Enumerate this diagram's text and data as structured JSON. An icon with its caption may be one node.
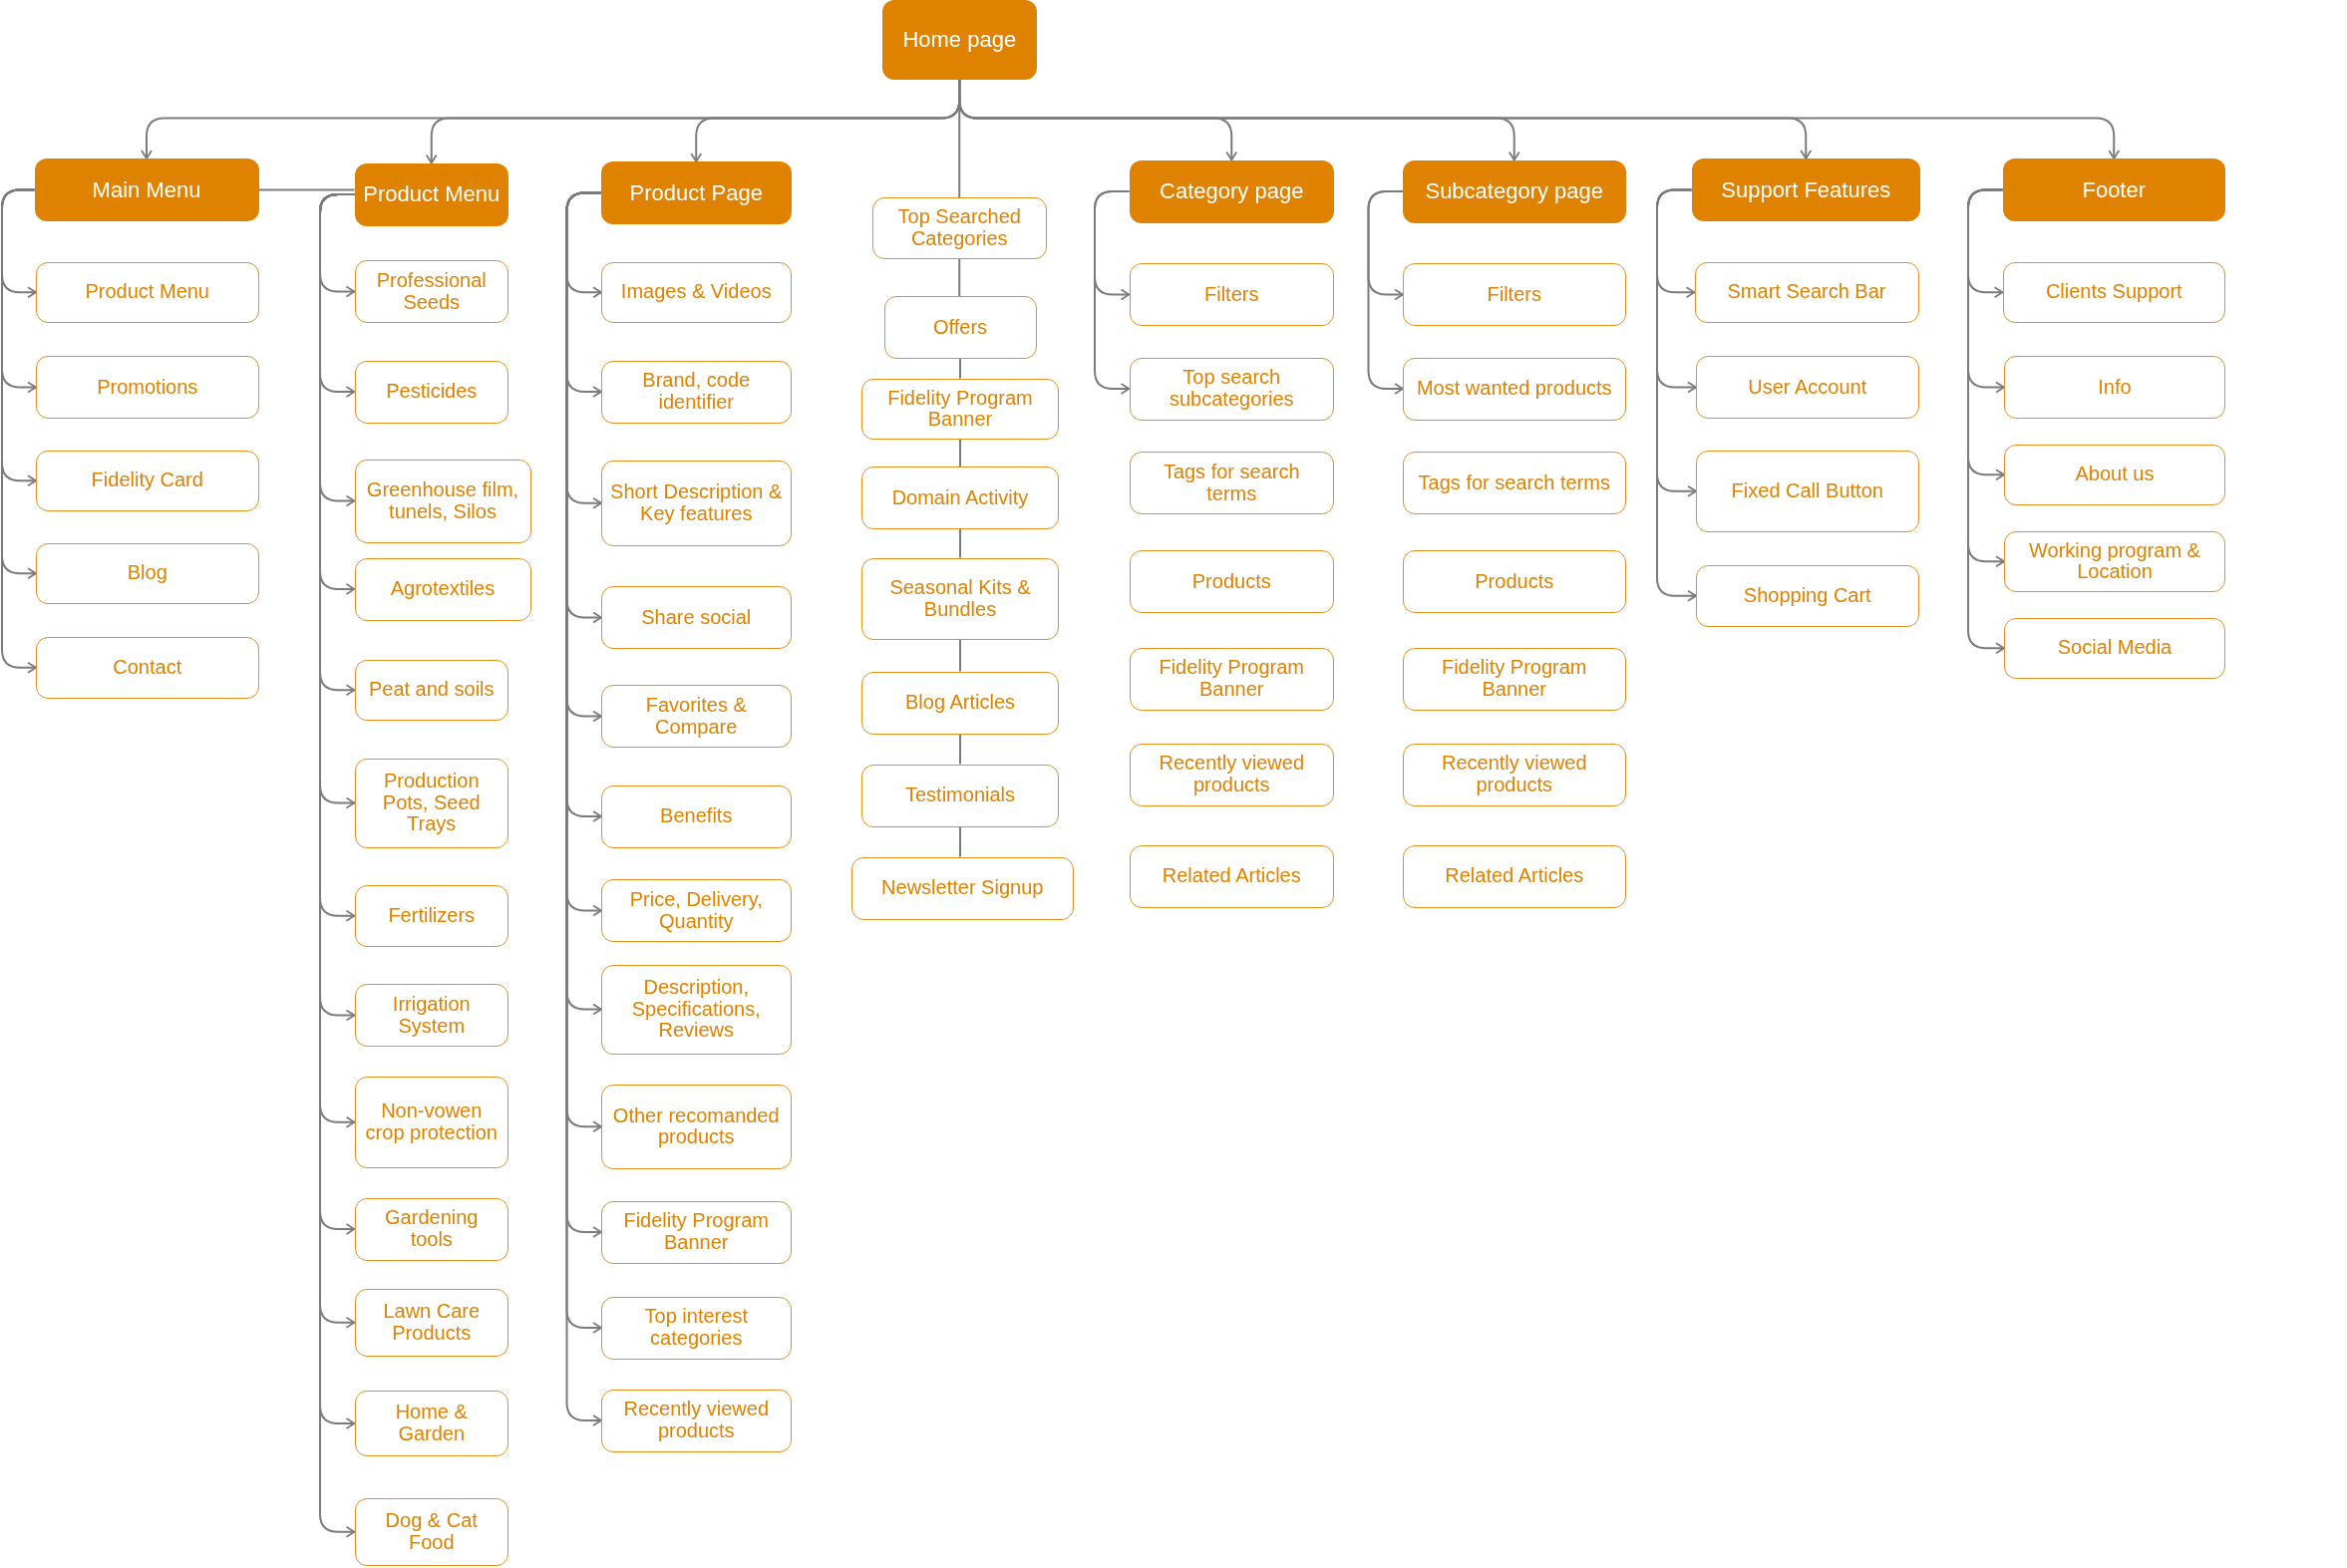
{
  "diagram": {
    "nodes": [
      {
        "text": [
          "Home page"
        ]
      },
      {
        "text": [
          "Main Menu"
        ]
      },
      {
        "text": [
          "Product Menu"
        ]
      },
      {
        "text": [
          "Promotions"
        ]
      },
      {
        "text": [
          "Fidelity Card"
        ]
      },
      {
        "text": [
          "Blog"
        ]
      },
      {
        "text": [
          "Contact"
        ]
      },
      {
        "text": [
          "Product Menu"
        ]
      },
      {
        "text": [
          "Professional Seeds"
        ]
      },
      {
        "text": [
          "Pesticides"
        ]
      },
      {
        "text": [
          "Greenhouse film, tunels, Silos"
        ]
      },
      {
        "text": [
          "Agrotextiles"
        ]
      },
      {
        "text": [
          "Peat and soils"
        ]
      },
      {
        "text": [
          "Production Pots, Seed Trays"
        ]
      },
      {
        "text": [
          "Fertilizers"
        ]
      },
      {
        "text": [
          "Irrigation System"
        ]
      },
      {
        "text": [
          "Non-vowen crop protection"
        ]
      },
      {
        "text": [
          "Gardening tools"
        ]
      },
      {
        "text": [
          "Lawn Care Products"
        ]
      },
      {
        "text": [
          "Home & Garden"
        ]
      },
      {
        "text": [
          "Dog & Cat Food"
        ]
      },
      {
        "text": [
          "Product Page"
        ]
      },
      {
        "text": [
          "Images & Videos"
        ]
      },
      {
        "text": [
          "Brand, code identifier"
        ]
      },
      {
        "text": [
          "Short Description & Key features"
        ]
      },
      {
        "text": [
          "Share social"
        ]
      },
      {
        "text": [
          "Favorites & Compare"
        ]
      },
      {
        "text": [
          "Benefits"
        ]
      },
      {
        "text": [
          "Price, Delivery, Quantity"
        ]
      },
      {
        "text": [
          "Description, Specifications, Reviews"
        ]
      },
      {
        "text": [
          "Other recomanded products"
        ]
      },
      {
        "text": [
          "Fidelity Program Banner"
        ]
      },
      {
        "text": [
          "Top interest categories"
        ]
      },
      {
        "text": [
          "Recently viewed products"
        ]
      },
      {
        "text": [
          "Top Searched Categories"
        ]
      },
      {
        "text": [
          "Offers"
        ]
      },
      {
        "text": [
          "Fidelity Program Banner"
        ]
      },
      {
        "text": [
          "Domain Activity"
        ]
      },
      {
        "text": [
          "Seasonal Kits & Bundles"
        ]
      },
      {
        "text": [
          "Blog Articles"
        ]
      },
      {
        "text": [
          "Testimonials"
        ]
      },
      {
        "text": [
          "Newsletter Signup"
        ]
      },
      {
        "text": [
          "Category page"
        ]
      },
      {
        "text": [
          "Filters"
        ]
      },
      {
        "text": [
          "Top search subcategories"
        ]
      },
      {
        "text": [
          "Tags for search terms"
        ]
      },
      {
        "text": [
          "Products"
        ]
      },
      {
        "text": [
          "Fidelity Program Banner"
        ]
      },
      {
        "text": [
          "Recently viewed products"
        ]
      },
      {
        "text": [
          "Related Articles"
        ]
      },
      {
        "text": [
          "Subcategory page"
        ]
      },
      {
        "text": [
          "Filters"
        ]
      },
      {
        "text": [
          "Most wanted products"
        ]
      },
      {
        "text": [
          "Tags for search terms"
        ]
      },
      {
        "text": [
          "Products"
        ]
      },
      {
        "text": [
          "Fidelity Program Banner"
        ]
      },
      {
        "text": [
          "Recently viewed products"
        ]
      },
      {
        "text": [
          "Related Articles"
        ]
      },
      {
        "text": [
          "Support Features"
        ]
      },
      {
        "text": [
          "Smart Search Bar"
        ]
      },
      {
        "text": [
          "User Account"
        ]
      },
      {
        "text": [
          "Fixed Call Button"
        ]
      },
      {
        "text": [
          "Shopping Cart"
        ]
      },
      {
        "text": [
          "Footer"
        ]
      },
      {
        "text": [
          "Clients Support"
        ]
      },
      {
        "text": [
          "Info"
        ]
      },
      {
        "text": [
          "About us"
        ]
      },
      {
        "text": [
          "Working program & Location"
        ]
      },
      {
        "text": [
          "Social Media"
        ]
      }
    ],
    "edges": [
      {
        "from": 0,
        "to": 1,
        "arrow": "to"
      },
      {
        "from": 0,
        "to": 7,
        "arrow": "to"
      },
      {
        "from": 0,
        "to": 21,
        "arrow": "to"
      },
      {
        "from": 0,
        "to": 42,
        "arrow": "to"
      },
      {
        "from": 0,
        "to": 50,
        "arrow": "to"
      },
      {
        "from": 0,
        "to": 58,
        "arrow": "to"
      },
      {
        "from": 0,
        "to": 63,
        "arrow": "to"
      },
      {
        "from": 0,
        "to": 34,
        "arrow": "none"
      },
      {
        "from": 34,
        "to": 35,
        "arrow": "none"
      },
      {
        "from": 35,
        "to": 36,
        "arrow": "none"
      },
      {
        "from": 36,
        "to": 37,
        "arrow": "none"
      },
      {
        "from": 37,
        "to": 38,
        "arrow": "none"
      },
      {
        "from": 38,
        "to": 39,
        "arrow": "none"
      },
      {
        "from": 39,
        "to": 40,
        "arrow": "none"
      },
      {
        "from": 40,
        "to": 41,
        "arrow": "none"
      },
      {
        "from": 1,
        "to": 7,
        "arrow": "none"
      },
      {
        "from": 1,
        "to": 2,
        "arrow": "to"
      },
      {
        "from": 1,
        "to": 3,
        "arrow": "to"
      },
      {
        "from": 1,
        "to": 4,
        "arrow": "to"
      },
      {
        "from": 1,
        "to": 5,
        "arrow": "to"
      },
      {
        "from": 1,
        "to": 6,
        "arrow": "to"
      },
      {
        "from": 7,
        "to": 8,
        "arrow": "to"
      },
      {
        "from": 7,
        "to": 9,
        "arrow": "to"
      },
      {
        "from": 7,
        "to": 10,
        "arrow": "to"
      },
      {
        "from": 7,
        "to": 11,
        "arrow": "to"
      },
      {
        "from": 7,
        "to": 12,
        "arrow": "to"
      },
      {
        "from": 7,
        "to": 13,
        "arrow": "to"
      },
      {
        "from": 7,
        "to": 14,
        "arrow": "to"
      },
      {
        "from": 7,
        "to": 15,
        "arrow": "to"
      },
      {
        "from": 7,
        "to": 16,
        "arrow": "to"
      },
      {
        "from": 7,
        "to": 17,
        "arrow": "to"
      },
      {
        "from": 7,
        "to": 18,
        "arrow": "to"
      },
      {
        "from": 7,
        "to": 19,
        "arrow": "to"
      },
      {
        "from": 7,
        "to": 20,
        "arrow": "to"
      },
      {
        "from": 21,
        "to": 22,
        "arrow": "to"
      },
      {
        "from": 21,
        "to": 23,
        "arrow": "to"
      },
      {
        "from": 21,
        "to": 24,
        "arrow": "to"
      },
      {
        "from": 21,
        "to": 25,
        "arrow": "to"
      },
      {
        "from": 21,
        "to": 26,
        "arrow": "to"
      },
      {
        "from": 21,
        "to": 27,
        "arrow": "to"
      },
      {
        "from": 21,
        "to": 28,
        "arrow": "to"
      },
      {
        "from": 21,
        "to": 29,
        "arrow": "to"
      },
      {
        "from": 21,
        "to": 30,
        "arrow": "to"
      },
      {
        "from": 21,
        "to": 31,
        "arrow": "to"
      },
      {
        "from": 21,
        "to": 32,
        "arrow": "to"
      },
      {
        "from": 21,
        "to": 33,
        "arrow": "to"
      },
      {
        "from": 42,
        "to": 43,
        "arrow": "to"
      },
      {
        "from": 42,
        "to": 44,
        "arrow": "to"
      },
      {
        "from": 50,
        "to": 51,
        "arrow": "to"
      },
      {
        "from": 50,
        "to": 52,
        "arrow": "to"
      },
      {
        "from": 58,
        "to": 59,
        "arrow": "to"
      },
      {
        "from": 58,
        "to": 60,
        "arrow": "to"
      },
      {
        "from": 58,
        "to": 61,
        "arrow": "to"
      },
      {
        "from": 58,
        "to": 62,
        "arrow": "to"
      },
      {
        "from": 63,
        "to": 64,
        "arrow": "to"
      },
      {
        "from": 63,
        "to": 65,
        "arrow": "to"
      },
      {
        "from": 63,
        "to": 66,
        "arrow": "to"
      },
      {
        "from": 63,
        "to": 67,
        "arrow": "to"
      },
      {
        "from": 63,
        "to": 68,
        "arrow": "to"
      }
    ]
  }
}
